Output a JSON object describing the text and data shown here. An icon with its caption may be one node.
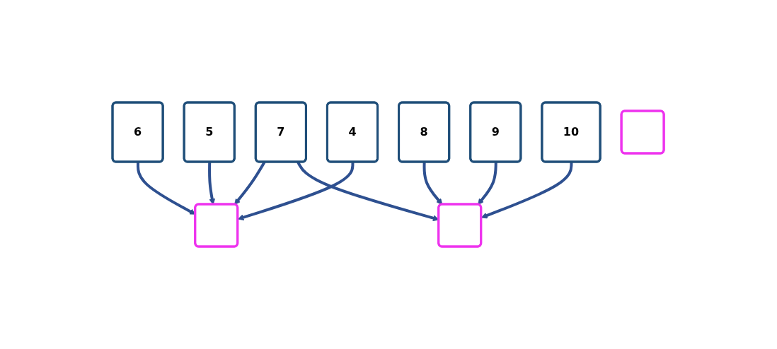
{
  "diagram": {
    "nodes": [
      {
        "text": [
          "6"
        ]
      },
      {
        "text": [
          "7"
        ]
      },
      {
        "text": [
          "8"
        ]
      },
      {
        "text": [
          "5"
        ]
      },
      {
        "text": [
          "9"
        ]
      },
      {
        "text": [],
        "shape": "box"
      },
      {
        "text": [],
        "shape": "box"
      },
      {
        "text": [
          "4"
        ]
      },
      {
        "text": [
          "10"
        ]
      },
      {
        "text": [],
        "shape": "box"
      }
    ],
    "edges": [
      {
        "from": 0,
        "to": 5,
        "arrow": "to"
      },
      {
        "from": 1,
        "to": 5,
        "arrow": "to"
      },
      {
        "from": 1,
        "to": 6,
        "arrow": "to"
      },
      {
        "from": 2,
        "to": 6,
        "arrow": "to"
      },
      {
        "from": 3,
        "to": 5,
        "arrow": "to"
      },
      {
        "from": 7,
        "to": 5,
        "arrow": "to"
      },
      {
        "from": 4,
        "to": 6,
        "arrow": "to"
      },
      {
        "from": 8,
        "to": 6,
        "arrow": "to"
      }
    ]
  }
}
